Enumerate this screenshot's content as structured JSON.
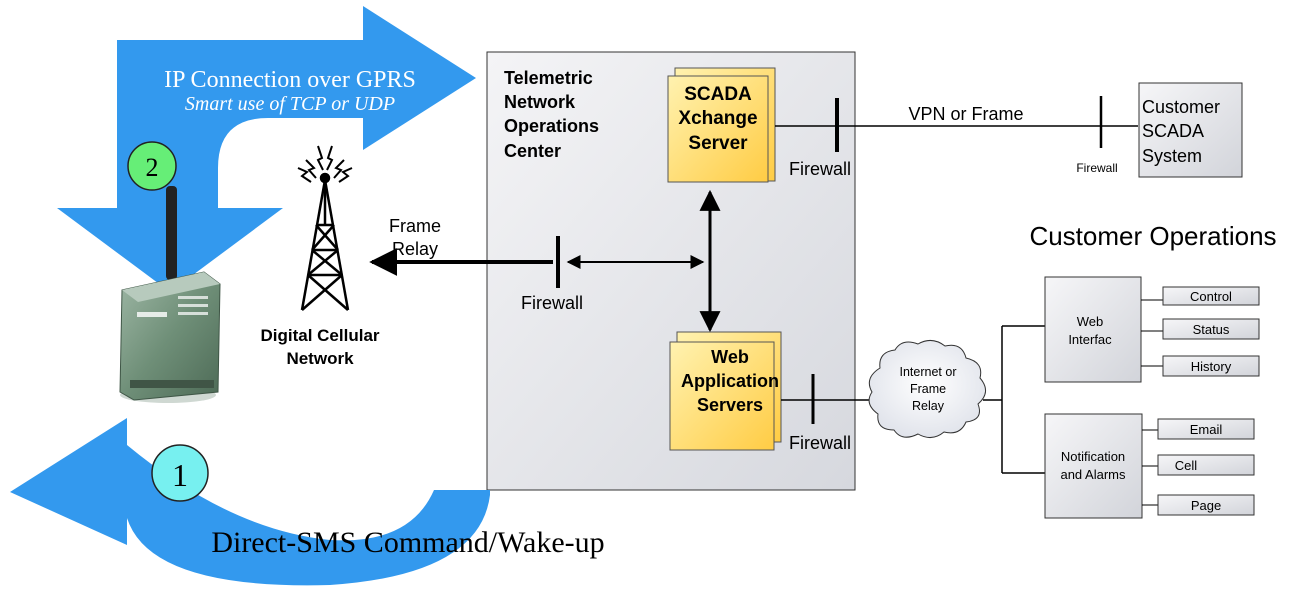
{
  "gprs": {
    "line1": "IP Connection over GPRS",
    "line2": "Smart use of TCP or UDP",
    "step": "2"
  },
  "sms": {
    "label": "Direct-SMS Command/Wake-up",
    "step": "1"
  },
  "tower": {
    "line1": "Digital Cellular",
    "line2": "Network"
  },
  "frame_relay": {
    "line1": "Frame",
    "line2": "Relay"
  },
  "noc": {
    "line1": "Telemetric",
    "line2": "Network",
    "line3": "Operations",
    "line4": "Center"
  },
  "scada_server": {
    "line1": "SCADA",
    "line2": "Xchange",
    "line3": "Server"
  },
  "web_servers": {
    "line1": "Web",
    "line2": "Application",
    "line3": "Servers"
  },
  "firewalls": {
    "left": "Firewall",
    "scada": "Firewall",
    "customer": "Firewall",
    "web": "Firewall"
  },
  "vpn": "VPN or Frame",
  "customer_scada": {
    "line1": "Customer",
    "line2": "SCADA",
    "line3": "System"
  },
  "customer_ops": "Customer Operations",
  "cloud": {
    "line1": "Internet or",
    "line2": "Frame",
    "line3": "Relay"
  },
  "web_interface": {
    "line1": "Web",
    "line2": "Interfac"
  },
  "web_items": [
    "Control",
    "Status",
    "History"
  ],
  "notifications": {
    "line1": "Notification",
    "line2": "and Alarms"
  },
  "notify_items": [
    "Email",
    "Cell",
    "Page"
  ],
  "colors": {
    "arrow_blue": "#3399ee",
    "step2_green": "#66ee77",
    "step1_cyan": "#77f0f0",
    "server_yellow": "#ffdd66",
    "panel_gray": "#e0e2e8"
  }
}
